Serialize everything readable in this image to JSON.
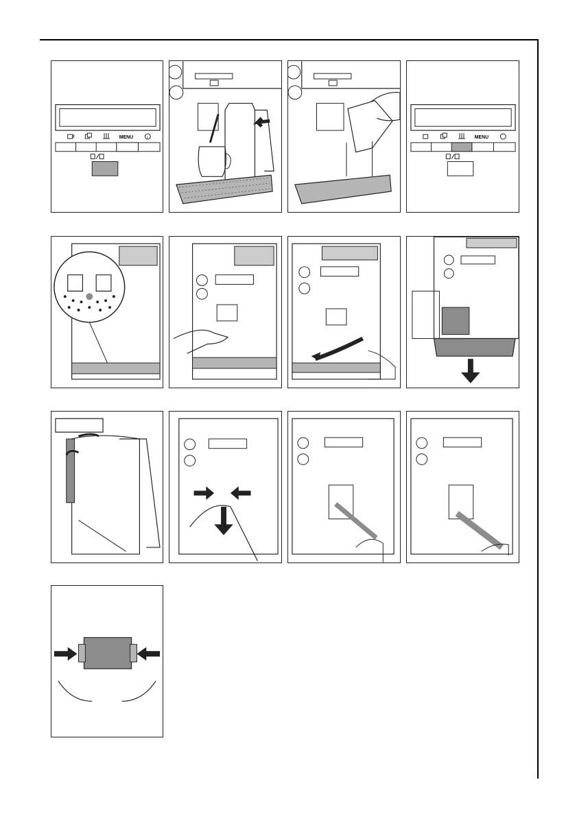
{
  "display_panel": {
    "menu_label": "MENU",
    "info_symbol": "i",
    "button_states": [
      {
        "highlighted_button": "cup-select",
        "note": ""
      },
      {
        "highlighted_button": "steam"
      }
    ]
  },
  "colors": {
    "line": "#222222",
    "highlight_grey": "#a6a6a6",
    "part_grey": "#8c8c8c",
    "tray_grey": "#b5b5b5"
  },
  "icons": [
    "coffee-cup-icon",
    "double-cup-icon",
    "steam-icon",
    "info-icon",
    "cup-mug-icon",
    "arrow-icon",
    "hand-icon"
  ]
}
